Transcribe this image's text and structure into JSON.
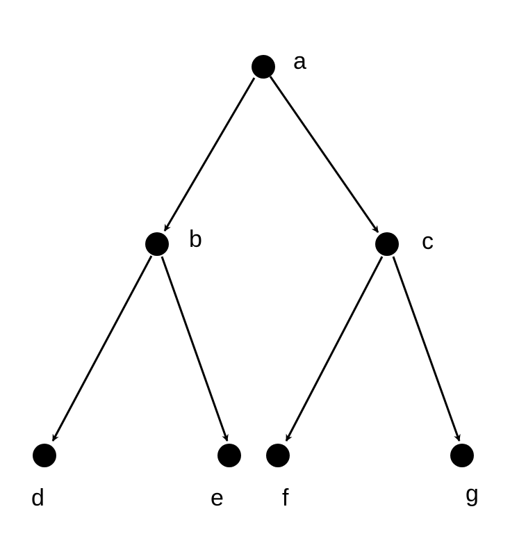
{
  "diagram": {
    "type": "directed-tree",
    "nodes": [
      {
        "id": "a",
        "label": "a"
      },
      {
        "id": "b",
        "label": "b"
      },
      {
        "id": "c",
        "label": "c"
      },
      {
        "id": "d",
        "label": "d"
      },
      {
        "id": "e",
        "label": "e"
      },
      {
        "id": "f",
        "label": "f"
      },
      {
        "id": "g",
        "label": "g"
      }
    ],
    "edges": [
      {
        "from": "a",
        "to": "b"
      },
      {
        "from": "a",
        "to": "c"
      },
      {
        "from": "b",
        "to": "d"
      },
      {
        "from": "b",
        "to": "e"
      },
      {
        "from": "c",
        "to": "f"
      },
      {
        "from": "c",
        "to": "g"
      }
    ],
    "node_color": "#000000",
    "edge_color": "#000000",
    "background": "#ffffff"
  }
}
